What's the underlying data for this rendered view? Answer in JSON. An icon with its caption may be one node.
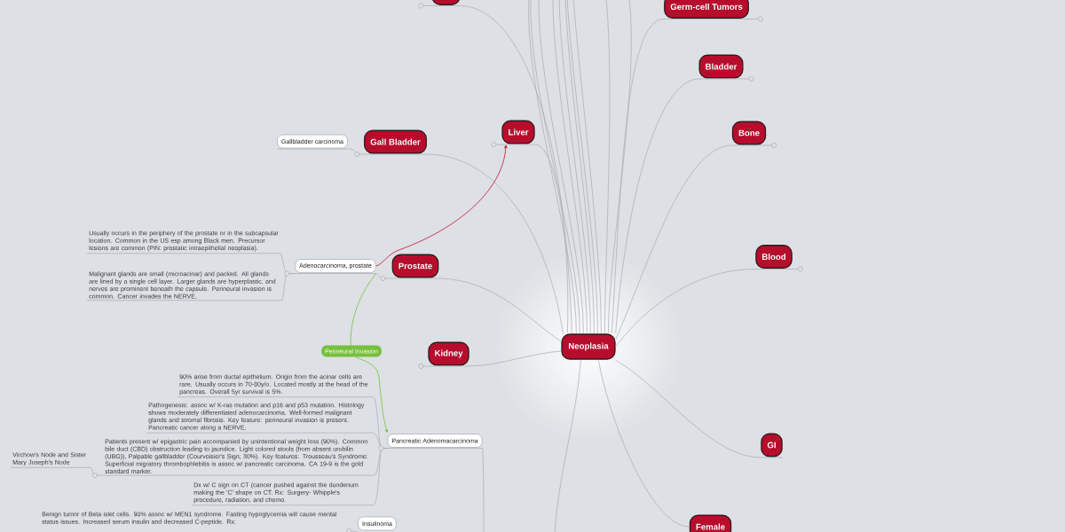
{
  "diagram": {
    "nodes": [
      {
        "text": [],
        "shape": "box"
      },
      {
        "text": [
          "Germ-cell Tumors"
        ]
      },
      {
        "text": [
          "Bladder"
        ]
      },
      {
        "text": [
          "Bone"
        ]
      },
      {
        "text": [
          "Liver"
        ]
      },
      {
        "text": [
          "Gall Bladder"
        ]
      },
      {
        "text": [
          "Gallbladder carcinoma"
        ]
      },
      {
        "text": [
          "Usually occurs in the periphery of the prostate or in the subcapsular location. Common in the US esp among Black men. Precursor lesions are common (PIN: prostatic intraepithelial neoplasia)."
        ]
      },
      {
        "text": [
          "Adenocarcinoma, prostate"
        ]
      },
      {
        "text": [
          "Prostate"
        ]
      },
      {
        "text": [
          "Malignant glands are small (microacinar) and packed. All glands are lined by a single cell layer. Larger glands are hyperplastic, and nerves are prominent beneath the capsule. Perineural invasion is common. Cancer invades the NERVE."
        ]
      },
      {
        "text": [
          "Blood"
        ]
      },
      {
        "text": [
          "Neoplasia"
        ]
      },
      {
        "text": [
          "Kidney"
        ]
      },
      {
        "text": [
          "90% arise from ductal epithelium. Origin from the acinar cells are rare. Usually occurs in 70-80y/o. Located mostly at the head of the pancreas. Overall 5yr survival is 5%."
        ]
      },
      {
        "text": [
          "Pathogenesis: assoc w/ K-ras mutation and p16 and p53 mutation. Histology shows moderately differentiated adenocarcinoma. Well-formed malignant glands and stromal fibrosis. Key feature: perineural invasion is present. Pancreatic cancer along a NERVE."
        ]
      },
      {
        "text": [
          "Pancreatic Adenomacarcinoma"
        ]
      },
      {
        "text": [
          "Virchow's Node and Sister Mary Joseph's Node"
        ]
      },
      {
        "text": [
          "Patients present w/ epigastric pain accompanied by unintentional weight loss (90%). Common bile duct (CBD) obstruction leading to jaundice. Light colored stools (from absent urobilin (UBG)), Palpable gallbladder (Courvoisier's Sign; 30%). Key features: Trousseau's Syndrome: Superficial migratory thrombophlebitis is assoc w/ pancreatic carcinoma. CA 19-9 is the gold standard marker."
        ]
      },
      {
        "text": [
          "GI"
        ]
      },
      {
        "text": [
          "Dx w/ C sign on CT (cancer pushed against the duodenum making the 'C' shape on CT. Rx: Surgery- Whipple's procedure, radiation, and chemo."
        ]
      },
      {
        "text": [
          "Insulinoma"
        ]
      },
      {
        "text": [
          "Female"
        ]
      }
    ],
    "edges": [
      {
        "from": 12,
        "to": 0,
        "arrow": "none"
      },
      {
        "from": 12,
        "to": 1,
        "arrow": "none"
      },
      {
        "from": 12,
        "to": 2,
        "arrow": "none"
      },
      {
        "from": 12,
        "to": 3,
        "arrow": "none"
      },
      {
        "from": 12,
        "to": 4,
        "arrow": "none"
      },
      {
        "from": 12,
        "to": 5,
        "arrow": "none"
      },
      {
        "from": 12,
        "to": 9,
        "arrow": "none"
      },
      {
        "from": 12,
        "to": 11,
        "arrow": "none"
      },
      {
        "from": 12,
        "to": 13,
        "arrow": "none"
      },
      {
        "from": 12,
        "to": 19,
        "arrow": "none"
      },
      {
        "from": 12,
        "to": 22,
        "arrow": "none"
      },
      {
        "from": 12,
        "to": null,
        "arrow": "none"
      },
      {
        "from": 12,
        "to": null,
        "arrow": "none"
      },
      {
        "from": 12,
        "to": null,
        "arrow": "none"
      },
      {
        "from": 12,
        "to": null,
        "arrow": "none"
      },
      {
        "from": 12,
        "to": null,
        "arrow": "none"
      },
      {
        "from": 12,
        "to": null,
        "arrow": "none"
      },
      {
        "from": 12,
        "to": null,
        "arrow": "none"
      },
      {
        "from": 12,
        "to": null,
        "arrow": "none"
      },
      {
        "from": 12,
        "to": null,
        "arrow": "none"
      },
      {
        "from": 12,
        "to": null,
        "arrow": "none"
      },
      {
        "from": 12,
        "to": null,
        "arrow": "none"
      },
      {
        "from": 5,
        "to": 6,
        "arrow": "none"
      },
      {
        "from": 9,
        "to": 8,
        "arrow": "none"
      },
      {
        "from": 8,
        "to": 7,
        "arrow": "none"
      },
      {
        "from": 8,
        "to": 10,
        "arrow": "none"
      },
      {
        "from": 8,
        "to": 4,
        "arrow": "to",
        "color": "#c8102e"
      },
      {
        "from": 8,
        "to": 16,
        "arrow": "to",
        "label": "Perineural Invasion",
        "color": "#76c03c"
      },
      {
        "from": null,
        "to": 16,
        "arrow": "none"
      },
      {
        "from": 16,
        "to": 14,
        "arrow": "none"
      },
      {
        "from": 16,
        "to": 15,
        "arrow": "none"
      },
      {
        "from": 16,
        "to": 18,
        "arrow": "none"
      },
      {
        "from": 16,
        "to": 20,
        "arrow": "none"
      },
      {
        "from": 18,
        "to": 17,
        "arrow": "none"
      }
    ],
    "labels": [
      "Benign tumor of Beta islet cells. 90% assoc w/ MEN1 syndrome. Fasting hypoglycemia will cause mental status issues. Increased serum insulin and decreased C-peptide. Rx:"
    ]
  }
}
